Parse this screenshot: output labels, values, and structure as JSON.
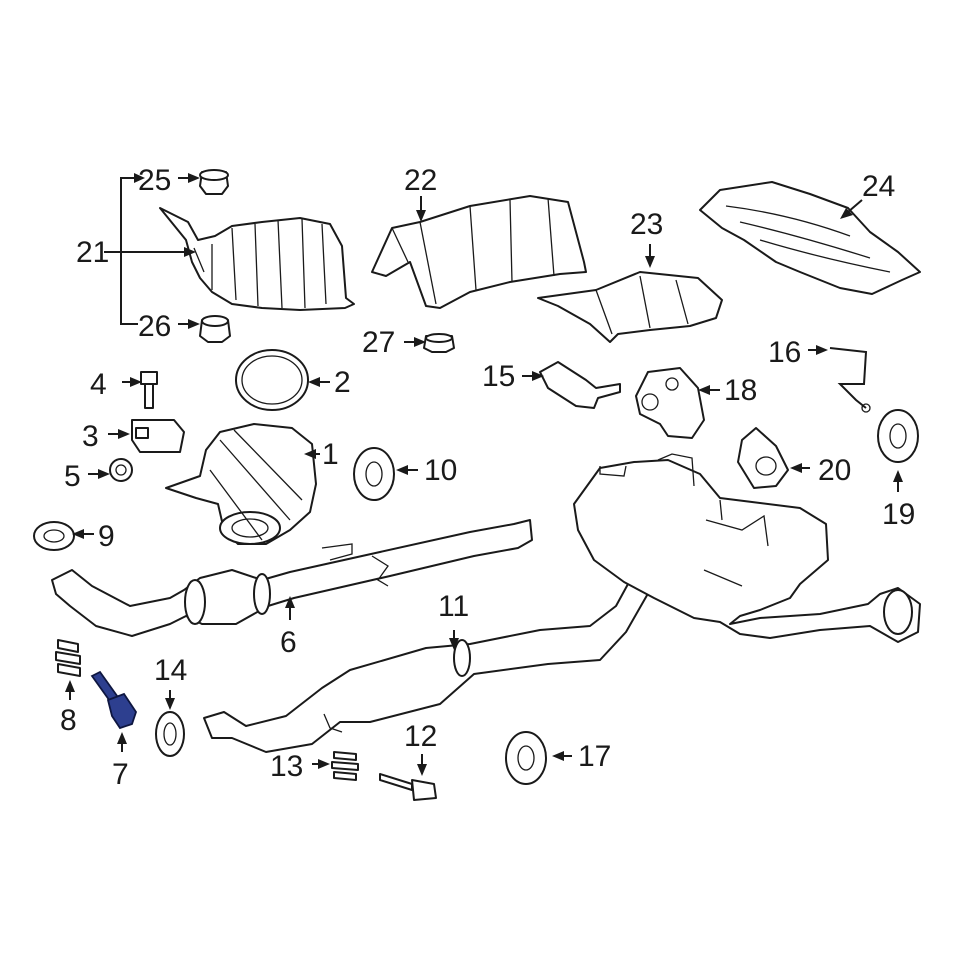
{
  "diagram": {
    "highlight_color": "#2d3f8f",
    "line_color": "#1a1a1a",
    "labels": {
      "p1": "1",
      "p2": "2",
      "p3": "3",
      "p4": "4",
      "p5": "5",
      "p6": "6",
      "p7": "7",
      "p8": "8",
      "p9": "9",
      "p10": "10",
      "p11": "11",
      "p12": "12",
      "p13": "13",
      "p14": "14",
      "p15": "15",
      "p16": "16",
      "p17": "17",
      "p18": "18",
      "p19": "19",
      "p20": "20",
      "p21": "21",
      "p22": "22",
      "p23": "23",
      "p24": "24",
      "p25": "25",
      "p26": "26",
      "p27": "27"
    },
    "highlighted_part": "7"
  }
}
